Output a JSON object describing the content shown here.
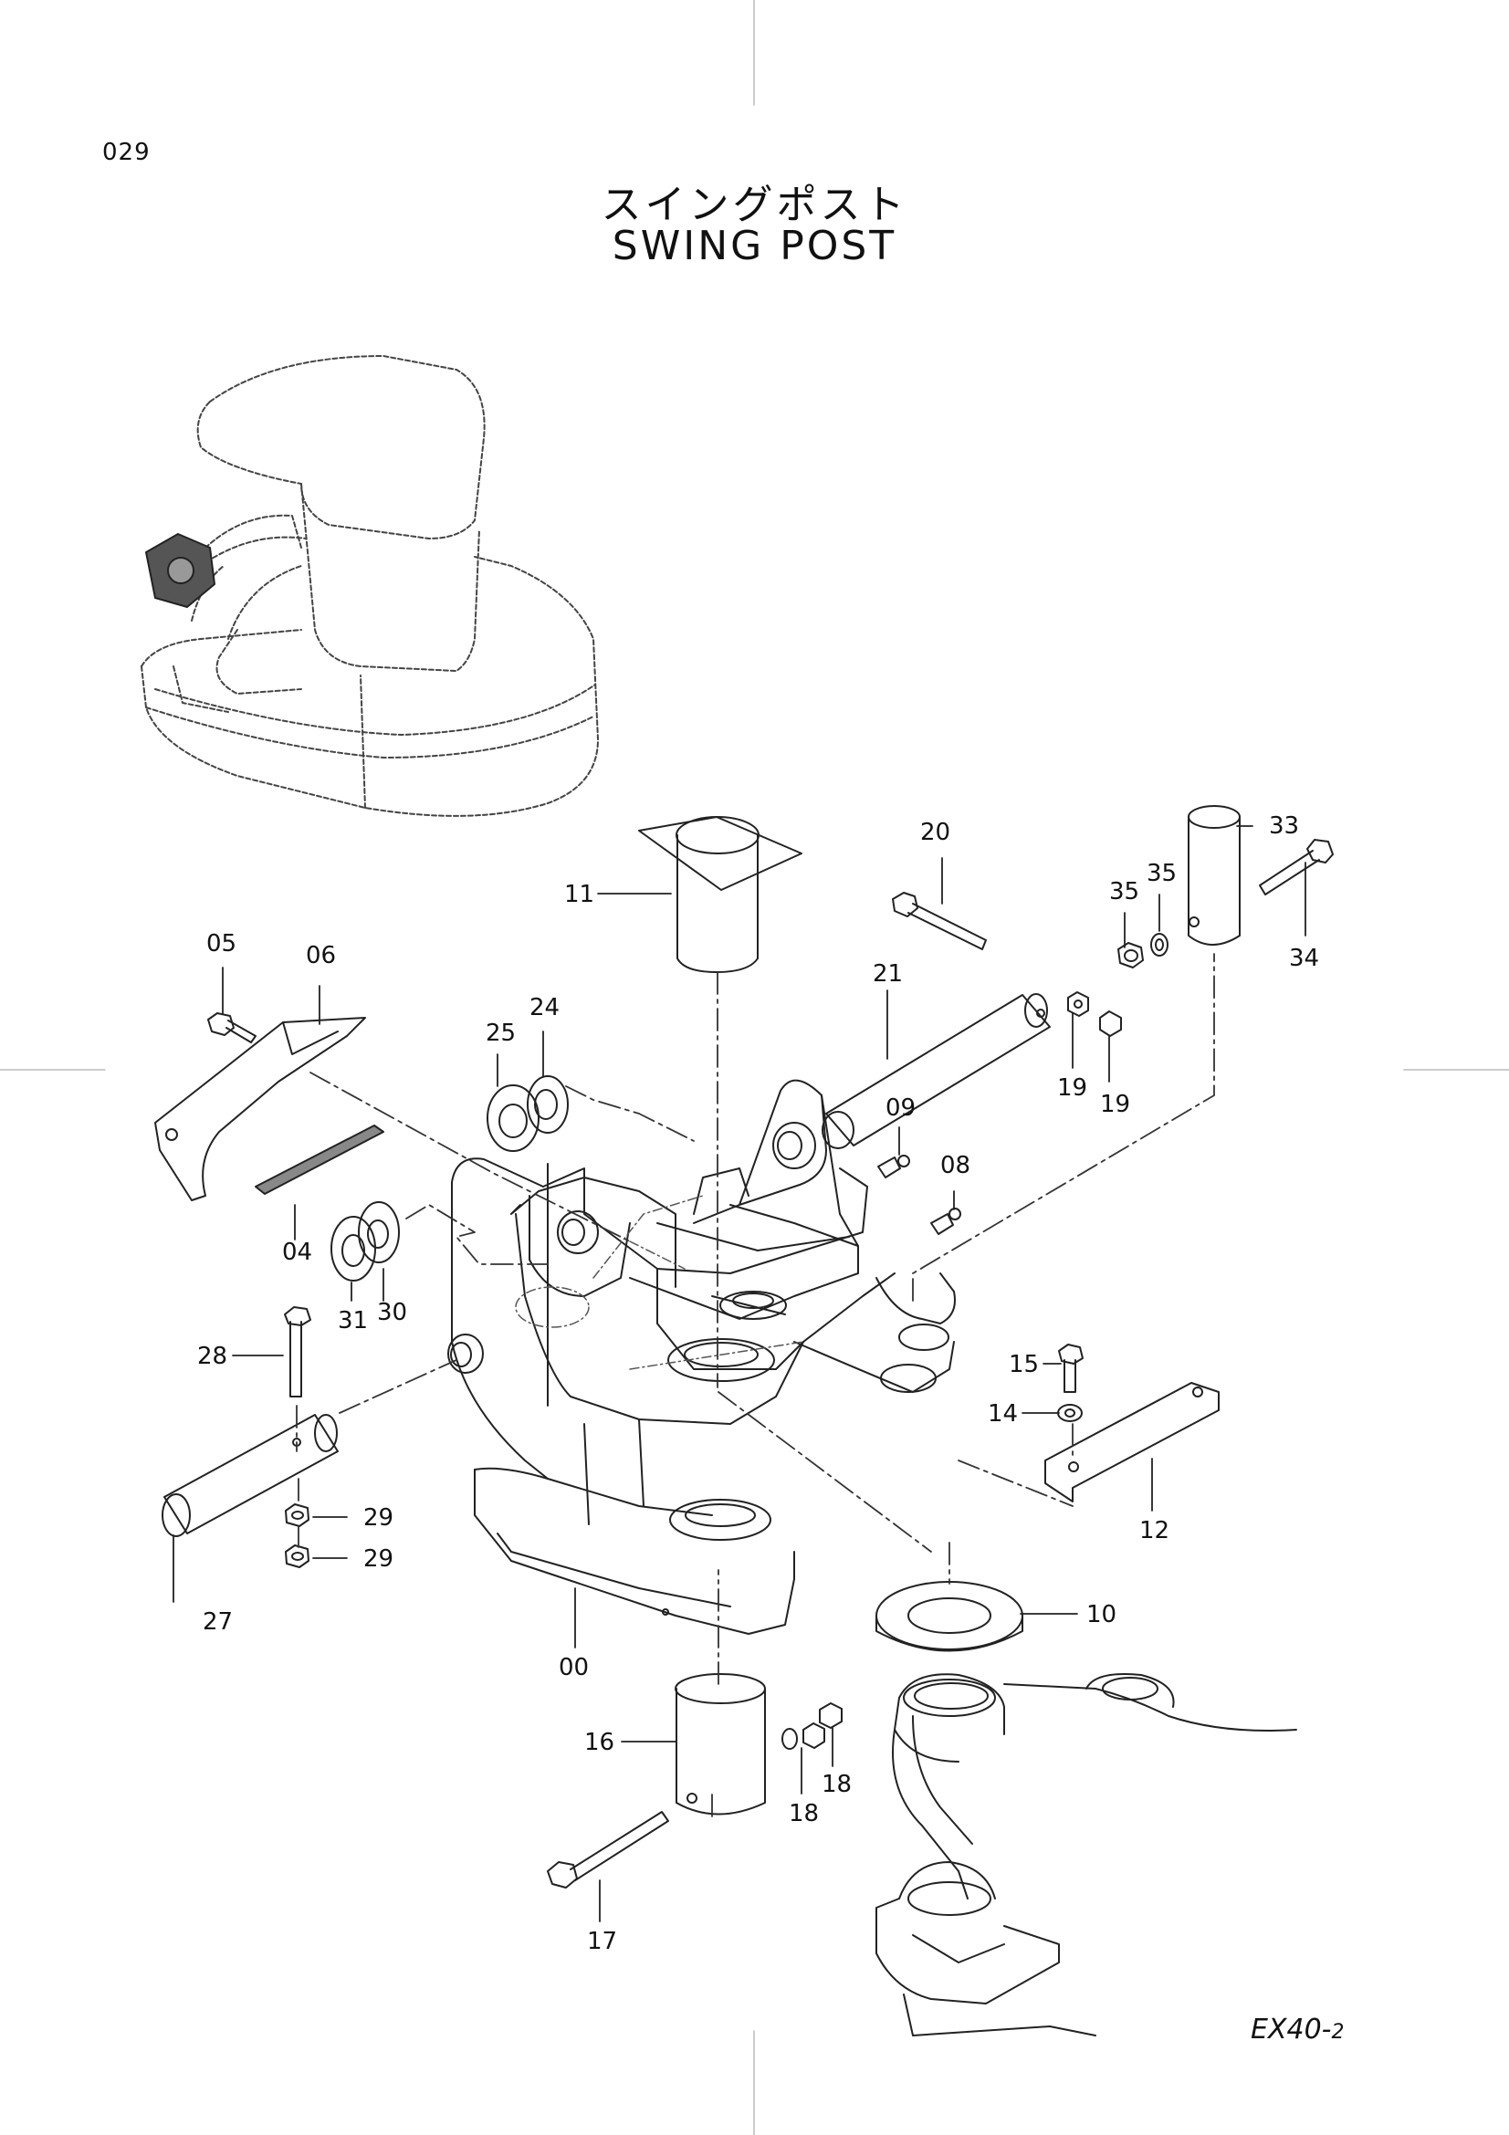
{
  "page_number": "029",
  "title_jp": "スイングポスト",
  "title_en": "SWING POST",
  "model": {
    "name": "EX40-",
    "suffix": "2"
  },
  "callouts": [
    {
      "id": "00",
      "text": "00"
    },
    {
      "id": "04",
      "text": "04"
    },
    {
      "id": "05",
      "text": "05"
    },
    {
      "id": "06",
      "text": "06"
    },
    {
      "id": "08",
      "text": "08"
    },
    {
      "id": "09",
      "text": "09"
    },
    {
      "id": "10",
      "text": "10"
    },
    {
      "id": "11",
      "text": "11"
    },
    {
      "id": "12",
      "text": "12"
    },
    {
      "id": "14",
      "text": "14"
    },
    {
      "id": "15",
      "text": "15"
    },
    {
      "id": "16",
      "text": "16"
    },
    {
      "id": "17",
      "text": "17"
    },
    {
      "id": "18a",
      "text": "18"
    },
    {
      "id": "18b",
      "text": "18"
    },
    {
      "id": "19a",
      "text": "19"
    },
    {
      "id": "19b",
      "text": "19"
    },
    {
      "id": "20",
      "text": "20"
    },
    {
      "id": "21",
      "text": "21"
    },
    {
      "id": "24",
      "text": "24"
    },
    {
      "id": "25",
      "text": "25"
    },
    {
      "id": "27",
      "text": "27"
    },
    {
      "id": "28",
      "text": "28"
    },
    {
      "id": "29a",
      "text": "29"
    },
    {
      "id": "29b",
      "text": "29"
    },
    {
      "id": "30",
      "text": "30"
    },
    {
      "id": "31",
      "text": "31"
    },
    {
      "id": "33",
      "text": "33"
    },
    {
      "id": "34",
      "text": "34"
    },
    {
      "id": "35a",
      "text": "35"
    },
    {
      "id": "35b",
      "text": "35"
    }
  ]
}
